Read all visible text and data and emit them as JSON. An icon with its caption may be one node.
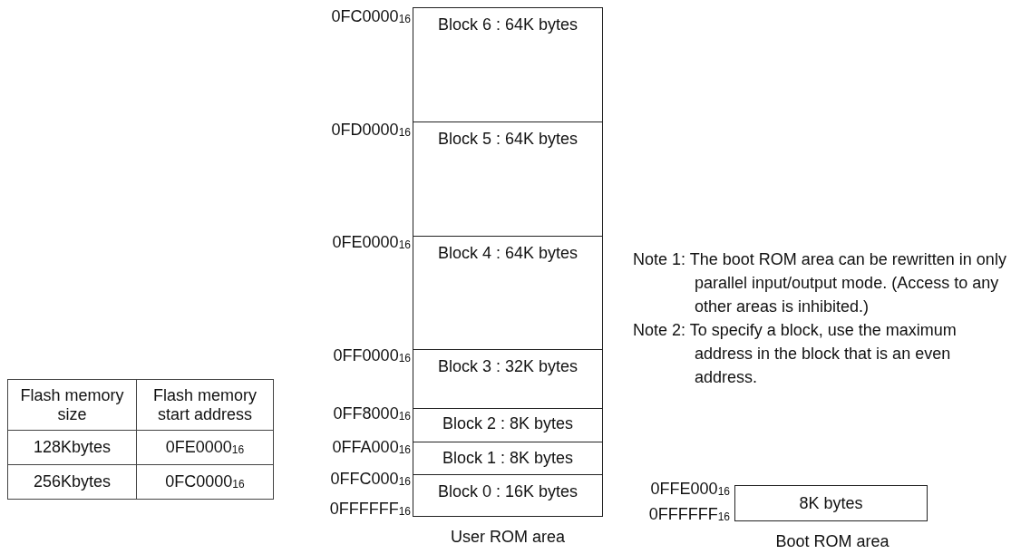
{
  "diagram": {
    "nodes": [
      {
        "text": [
          "Block 6 : 64K bytes"
        ]
      },
      {
        "text": [
          "Block 5 : 64K bytes"
        ]
      },
      {
        "text": [
          "Block 4 : 64K bytes"
        ]
      },
      {
        "text": [
          "Block 3 : 32K bytes"
        ]
      },
      {
        "text": [
          "Block 2 : 8K bytes"
        ]
      },
      {
        "text": [
          "Block 1 : 8K bytes"
        ]
      },
      {
        "text": [
          "Block 0 : 16K bytes"
        ]
      },
      {
        "text": [
          "8K bytes"
        ]
      }
    ],
    "labels": [
      "0FC0000$_{16}$",
      "0FD0000$_{16}$",
      "0FE0000$_{16}$",
      "0FF0000$_{16}$",
      "0FF8000$_{16}$",
      "0FFA000$_{16}$",
      "0FFC000$_{16}$",
      "0FFFFFF$_{16}$",
      "User ROM area",
      "Note 1: The boot ROM area can be rewritten in only parallel input/output mode. (Access to any other areas is inhibited.)",
      "Note 2: To specify a block, use the maximum address in the block that is an even address.",
      "Flash memory size",
      "Flash memory start address",
      "128Kbytes",
      "0FE0000$_{16}$",
      "256Kbytes",
      "0FC0000$_{16}$",
      "0FFE000$_{16}$",
      "0FFFFFF$_{16}$",
      "Boot ROM area"
    ]
  }
}
